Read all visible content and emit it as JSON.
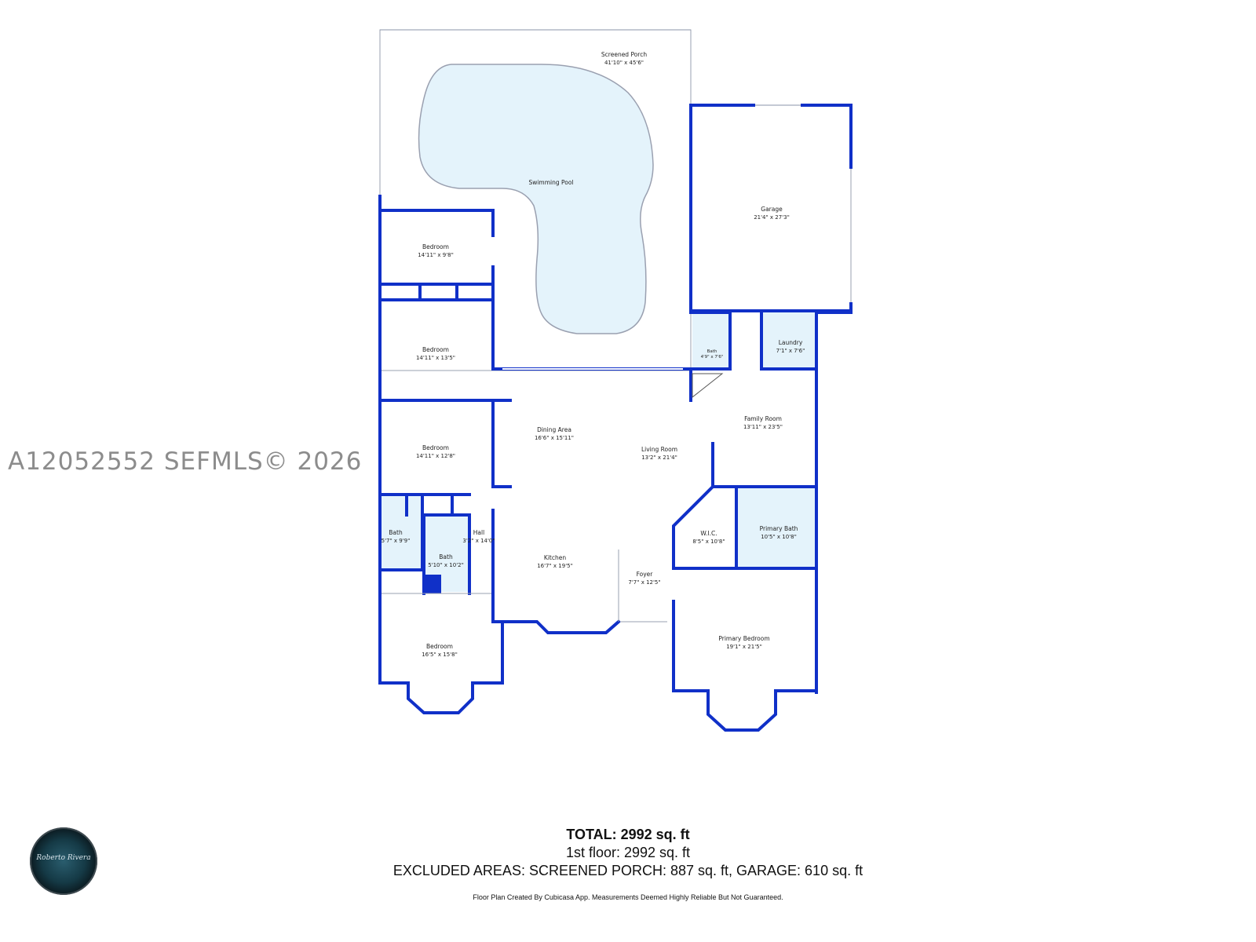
{
  "watermark": "A12052552  SEFMLS© 2026",
  "rooms": {
    "screened_porch": {
      "name": "Screened Porch",
      "dim": "41'10\" x 45'6\""
    },
    "pool": {
      "name": "Swimming Pool"
    },
    "garage": {
      "name": "Garage",
      "dim": "21'4\" x 27'3\""
    },
    "bedroom1": {
      "name": "Bedroom",
      "dim": "14'11\" x 9'8\""
    },
    "bedroom2": {
      "name": "Bedroom",
      "dim": "14'11\" x 13'5\""
    },
    "bedroom3": {
      "name": "Bedroom",
      "dim": "14'11\" x 12'8\""
    },
    "bedroom4": {
      "name": "Bedroom",
      "dim": "16'5\" x 15'8\""
    },
    "bath_small": {
      "name": "Bath",
      "dim": "4'9\" x 7'6\""
    },
    "laundry": {
      "name": "Laundry",
      "dim": "7'1\" x 7'6\""
    },
    "family_room": {
      "name": "Family Room",
      "dim": "13'11\" x 23'5\""
    },
    "dining": {
      "name": "Dining Area",
      "dim": "16'6\" x 15'11\""
    },
    "living": {
      "name": "Living Room",
      "dim": "13'2\" x 21'4\""
    },
    "bath_a": {
      "name": "Bath",
      "dim": "5'7\" x 9'9\""
    },
    "bath_b": {
      "name": "Bath",
      "dim": "5'10\" x 10'2\""
    },
    "hall": {
      "name": "Hall",
      "dim": "3'2\" x 14'0\""
    },
    "kitchen": {
      "name": "Kitchen",
      "dim": "16'7\" x 19'5\""
    },
    "foyer": {
      "name": "Foyer",
      "dim": "7'7\" x 12'5\""
    },
    "wic": {
      "name": "W.I.C.",
      "dim": "8'5\" x 10'8\""
    },
    "primary_bath": {
      "name": "Primary Bath",
      "dim": "10'5\" x 10'8\""
    },
    "primary_bedroom": {
      "name": "Primary Bedroom",
      "dim": "19'1\" x 21'5\""
    }
  },
  "summary": {
    "total": "TOTAL: 2992 sq. ft",
    "floor1": "1st floor: 2992 sq. ft",
    "excluded": "EXCLUDED AREAS: SCREENED PORCH: 887 sq. ft, GARAGE: 610 sq. ft",
    "disclaimer": "Floor Plan Created By Cubicasa App. Measurements Deemed Highly Reliable But Not Guaranteed."
  },
  "logo": {
    "script_text": "Roberto Rivera"
  },
  "colors": {
    "wall": "#1030c8",
    "wet_area": "#e4f3fb",
    "watermark": "#8c8c8c"
  }
}
